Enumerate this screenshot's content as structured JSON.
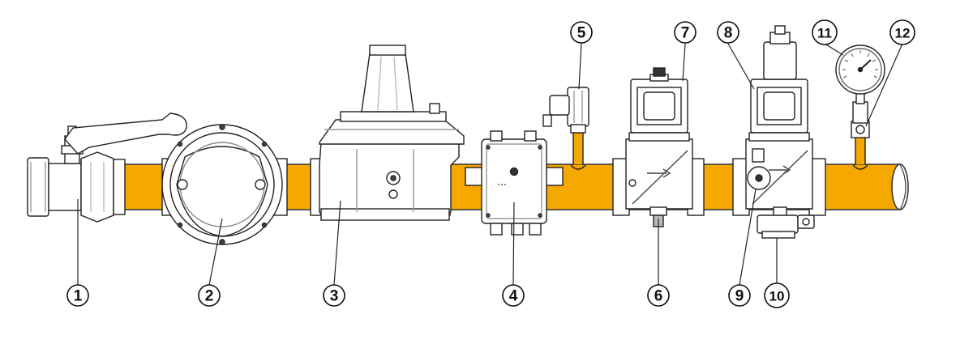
{
  "colors": {
    "pipe": "#f5a800",
    "pipe_outline": "#3a3a3a",
    "body_fill": "#ffffff",
    "shade": "#d9d9d9",
    "line": "#222222"
  },
  "callouts": [
    {
      "id": "1"
    },
    {
      "id": "2"
    },
    {
      "id": "3"
    },
    {
      "id": "4"
    },
    {
      "id": "5"
    },
    {
      "id": "6"
    },
    {
      "id": "7"
    },
    {
      "id": "8"
    },
    {
      "id": "9"
    },
    {
      "id": "10"
    },
    {
      "id": "11"
    },
    {
      "id": "12"
    }
  ]
}
